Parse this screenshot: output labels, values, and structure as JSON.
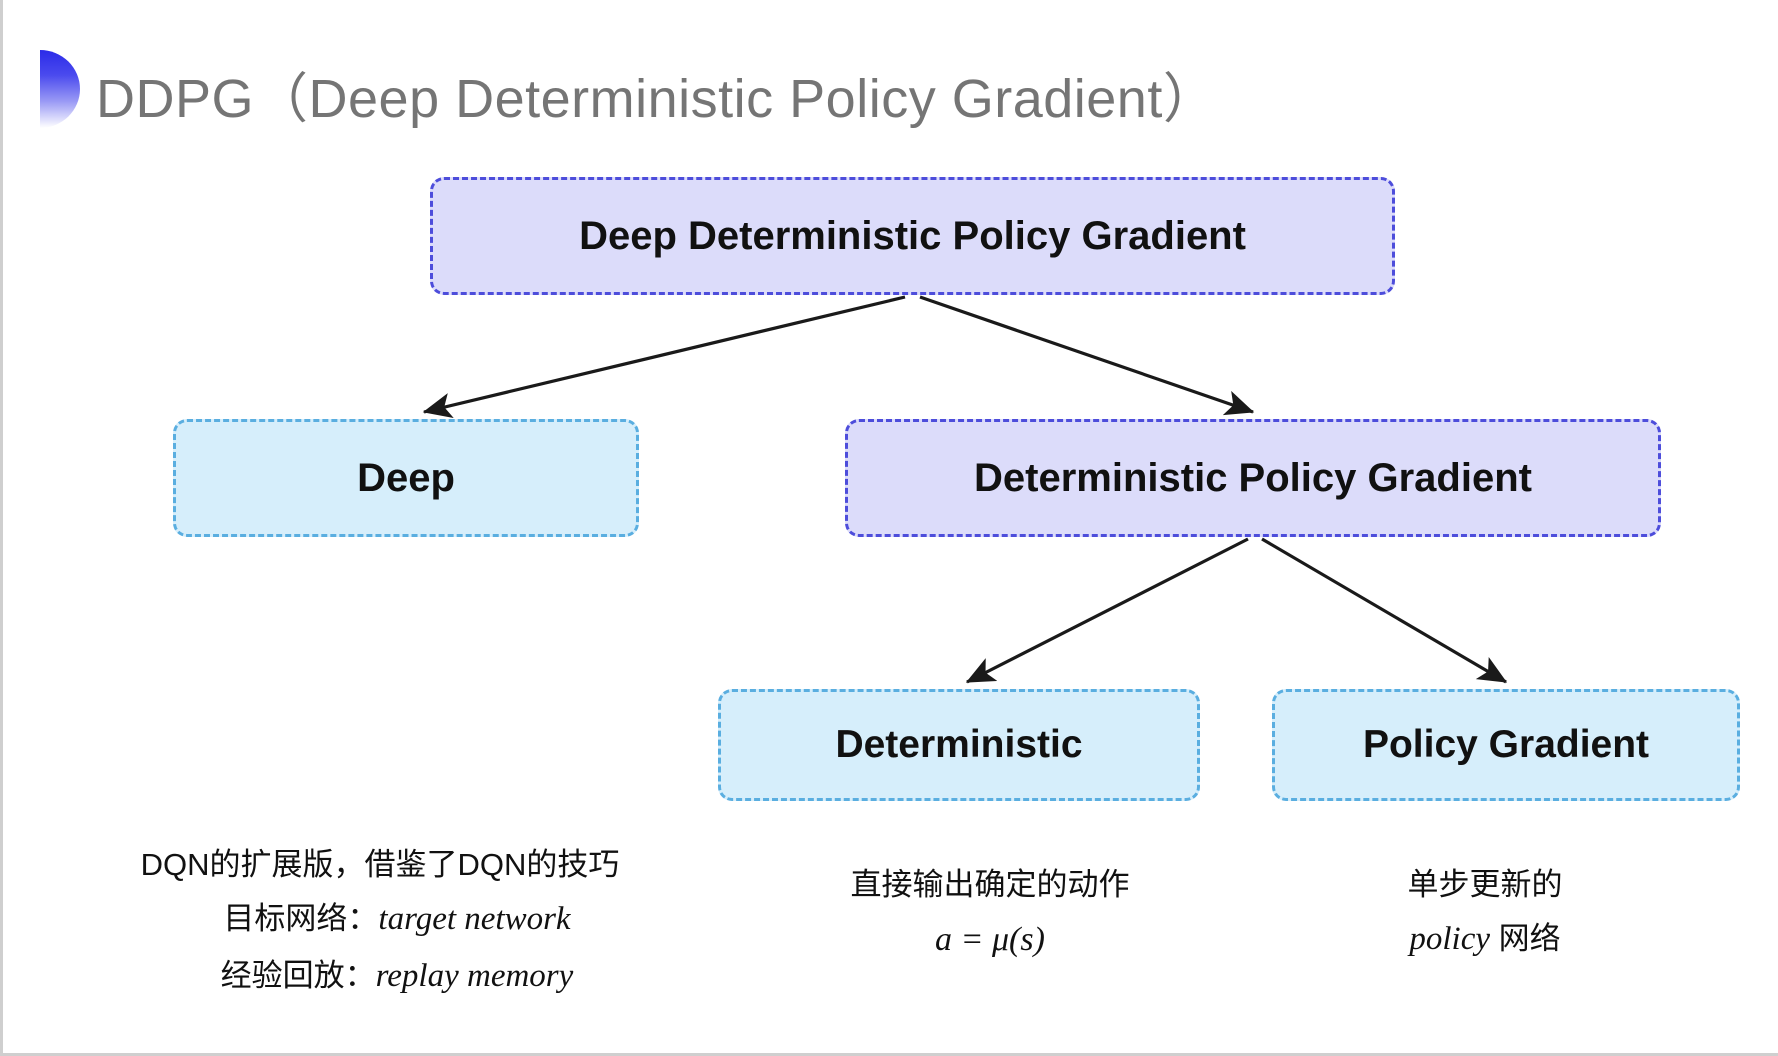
{
  "slide": {
    "title": "DDPG（Deep Deterministic Policy Gradient）",
    "background_color": "#ffffff"
  },
  "colors": {
    "purple_fill": "#dcdcfa",
    "purple_border": "#4d4ddb",
    "blue_fill": "#d6eefb",
    "blue_border": "#5aaee0",
    "title_text": "#757575",
    "arrow": "#1a1a1a",
    "deco_gradient_top": "#2b2be8"
  },
  "diagram": {
    "nodes": [
      {
        "id": "root",
        "label": "Deep Deterministic Policy Gradient",
        "style": "purple"
      },
      {
        "id": "deep",
        "label": "Deep",
        "style": "blue"
      },
      {
        "id": "dpg",
        "label": "Deterministic Policy Gradient",
        "style": "purple"
      },
      {
        "id": "deterministic",
        "label": "Deterministic",
        "style": "blue"
      },
      {
        "id": "policy_gradient",
        "label": "Policy Gradient",
        "style": "blue"
      }
    ],
    "edges": [
      {
        "from": "root",
        "to": "deep"
      },
      {
        "from": "root",
        "to": "dpg"
      },
      {
        "from": "dpg",
        "to": "deterministic"
      },
      {
        "from": "dpg",
        "to": "policy_gradient"
      }
    ]
  },
  "captions": {
    "deep": {
      "line1": "DQN的扩展版，借鉴了DQN的技巧",
      "line2_label": "目标网络：",
      "line2_value": "target network",
      "line3_label": "经验回放：",
      "line3_value": "replay memory"
    },
    "deterministic": {
      "line1": "直接输出确定的动作",
      "formula": "a = μ(s)"
    },
    "policy_gradient": {
      "line1": "单步更新的",
      "line2_value": "policy",
      "line2_suffix": " 网络"
    }
  }
}
